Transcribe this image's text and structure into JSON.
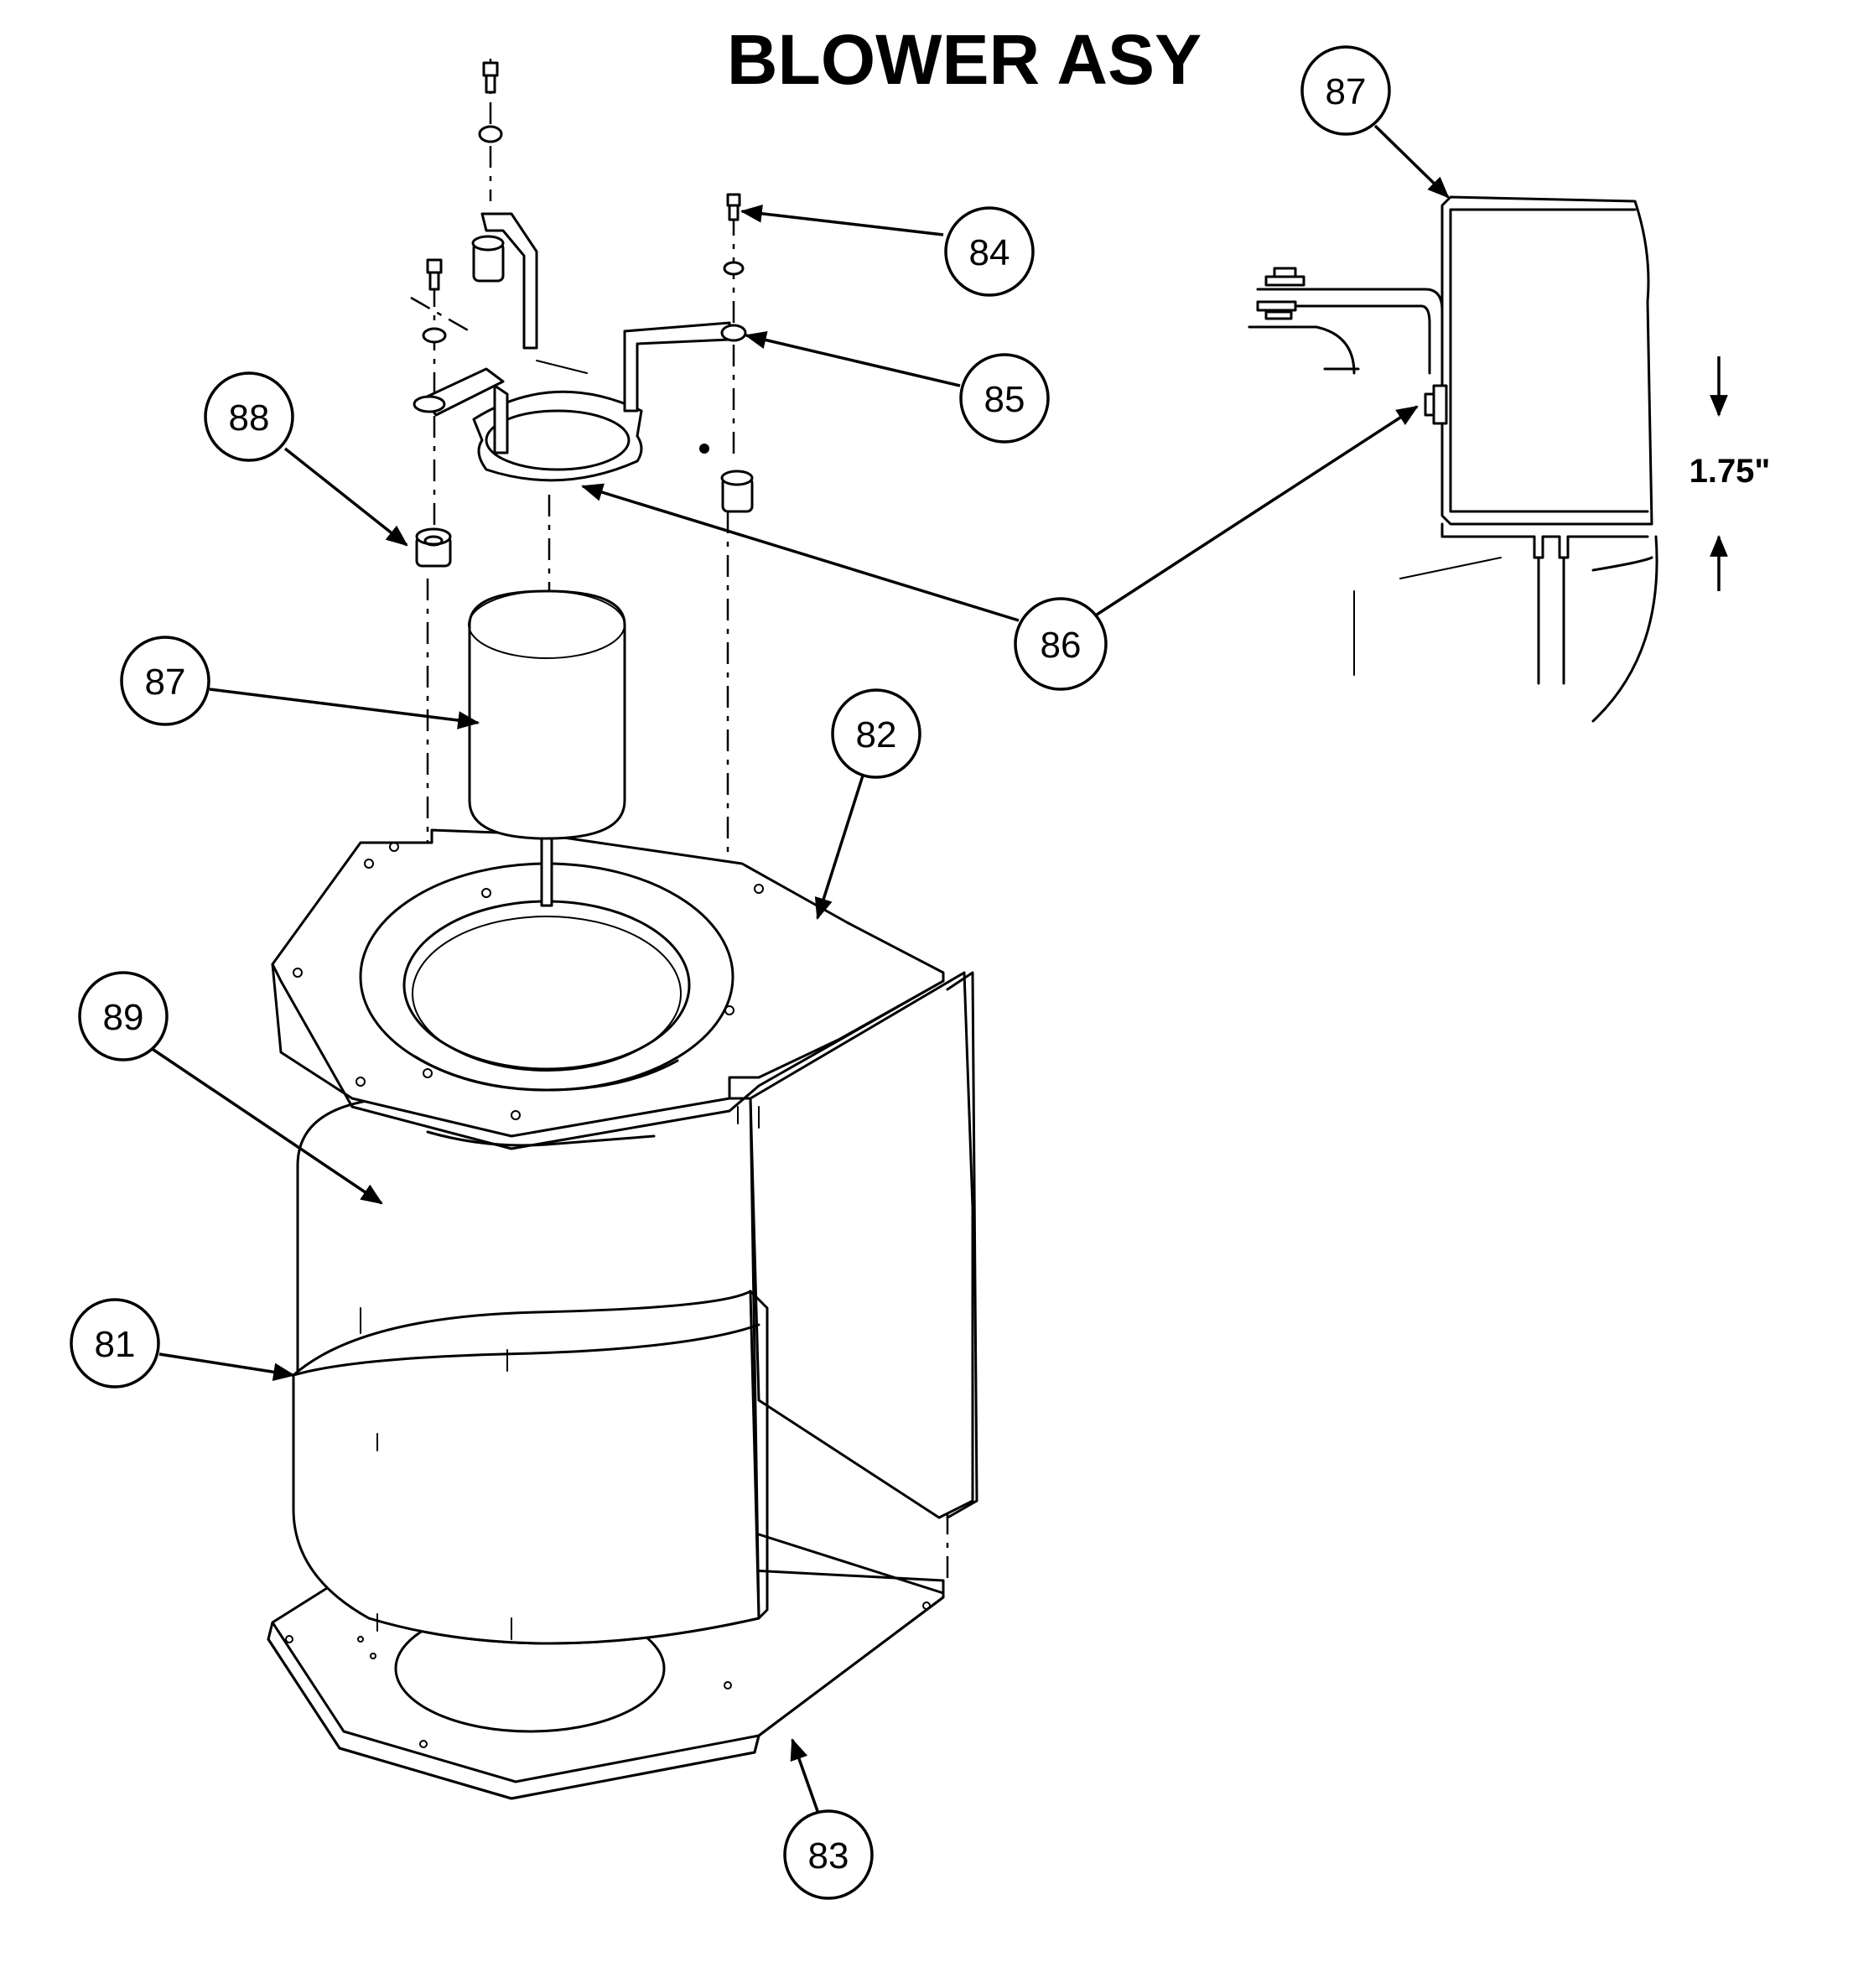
{
  "title": "BLOWER ASY",
  "dimension": "1.75\"",
  "callouts": {
    "c81": "81",
    "c82": "82",
    "c83": "83",
    "c84": "84",
    "c85": "85",
    "c86": "86",
    "c87_detail": "87",
    "c87_motor": "87",
    "c88": "88",
    "c89": "89"
  }
}
